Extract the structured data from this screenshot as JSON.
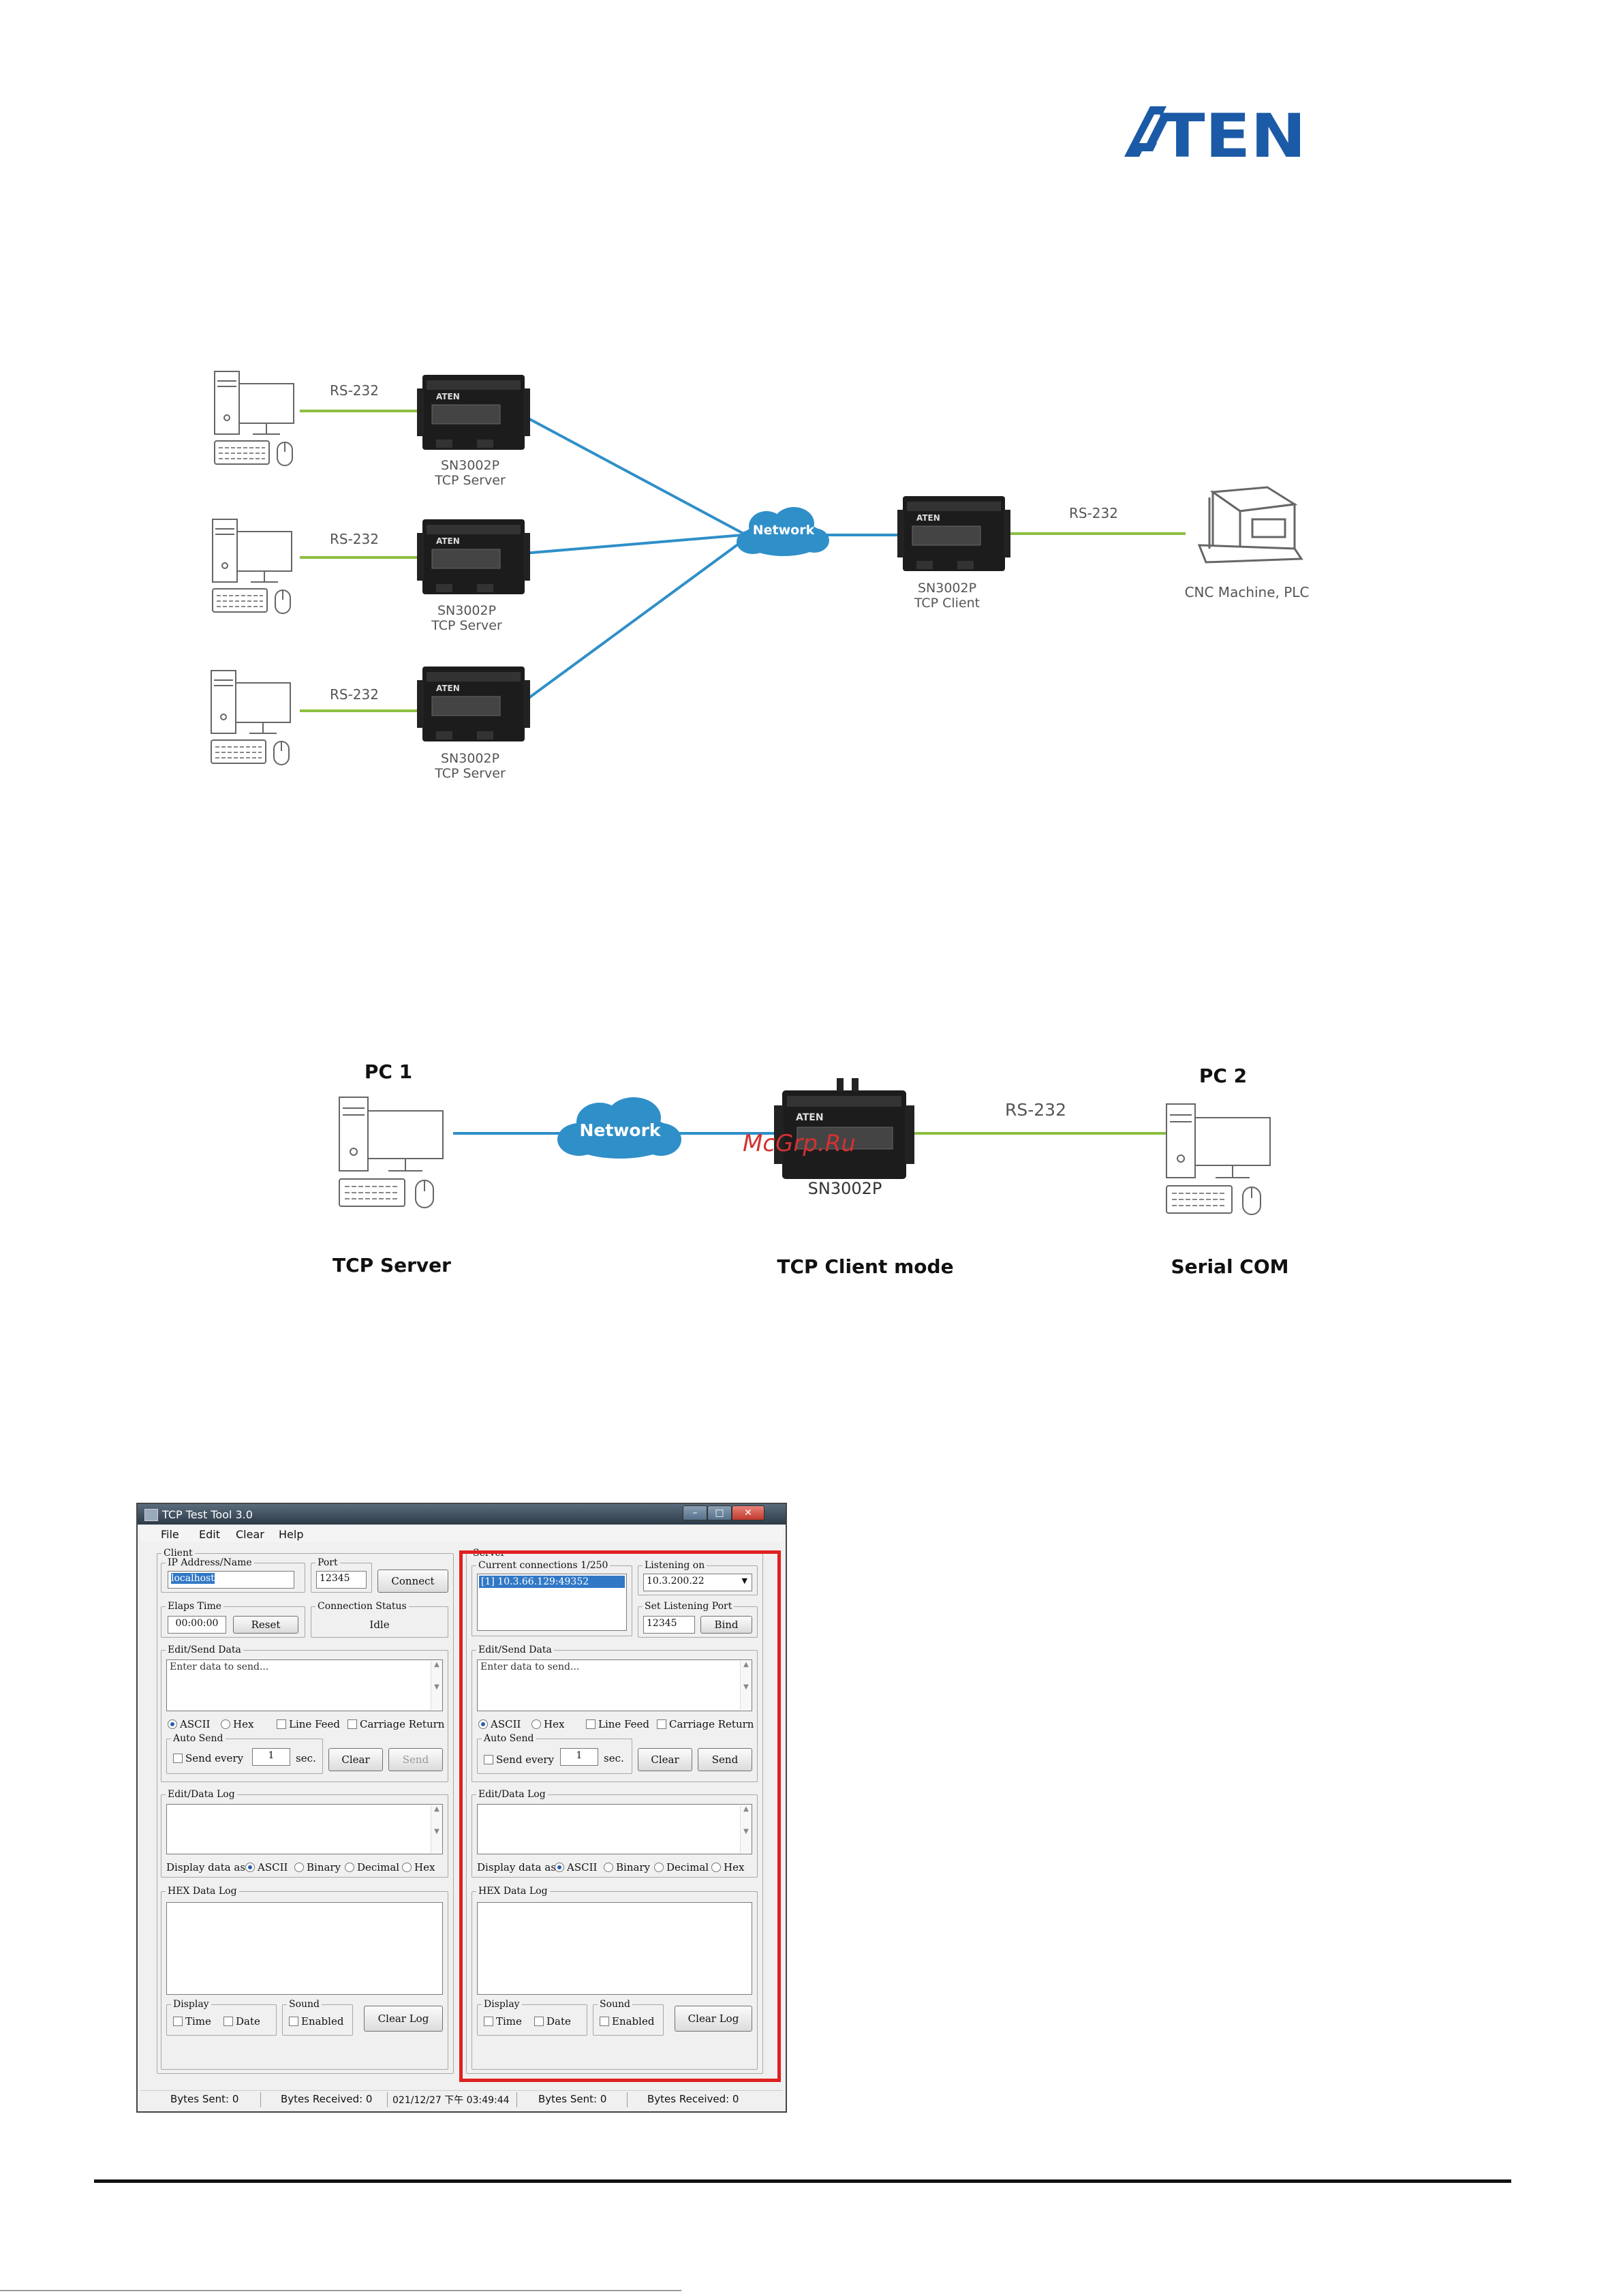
{
  "logo": {
    "text": "ATEN",
    "color": "#1b5aa6"
  },
  "diagram1": {
    "cable_label": "RS-232",
    "servers": [
      {
        "model": "SN3002P",
        "role": "TCP Server"
      },
      {
        "model": "SN3002P",
        "role": "TCP Server"
      },
      {
        "model": "SN3002P",
        "role": "TCP Server"
      }
    ],
    "network_label": "Network",
    "client": {
      "model": "SN3002P",
      "role": "TCP Client"
    },
    "client_cable_label": "RS-232",
    "machine_label": "CNC Machine, PLC",
    "colors": {
      "serial_line": "#8cbf3f",
      "network_line": "#2f8fc8"
    }
  },
  "diagram2": {
    "pc1_title": "PC 1",
    "pc1_caption": "TCP Server",
    "network_label": "Network",
    "device_model": "SN3002P",
    "device_caption": "TCP Client mode",
    "cable_label": "RS-232",
    "pc2_title": "PC 2",
    "pc2_caption": "Serial COM",
    "watermark": "McGrp.Ru"
  },
  "tool": {
    "title": "TCP Test Tool 3.0",
    "menu": [
      "File",
      "Edit",
      "Clear",
      "Help"
    ],
    "client": {
      "legend": "Client",
      "ip_legend": "IP Address/Name",
      "ip_value": "localhost",
      "port_legend": "Port",
      "port_value": "12345",
      "connect_label": "Connect",
      "elapse_legend": "Elaps Time",
      "elapse_value": "00:00:00",
      "reset_label": "Reset",
      "status_legend": "Connection Status",
      "status_value": "Idle",
      "send_legend": "Edit/Send Data",
      "send_placeholder": "Enter data to send...",
      "opt_ascii": "ASCII",
      "opt_hex": "Hex",
      "opt_lf": "Line Feed",
      "opt_cr": "Carriage Return",
      "auto_legend": "Auto Send",
      "send_every": "Send every",
      "interval": "1",
      "sec": "sec.",
      "clear_label": "Clear",
      "send_label": "Send",
      "log_legend": "Edit/Data Log",
      "display_as": "Display data as:",
      "disp_ascii": "ASCII",
      "disp_binary": "Binary",
      "disp_decimal": "Decimal",
      "disp_hex": "Hex",
      "hexlog_legend": "HEX Data Log",
      "display_legend": "Display",
      "time_label": "Time",
      "date_label": "Date",
      "sound_legend": "Sound",
      "enabled_label": "Enabled",
      "clearlog_label": "Clear Log"
    },
    "server": {
      "legend": "Server",
      "conn_legend": "Current connections 1/250",
      "conn_item": "[1] 10.3.66.129:49352",
      "listen_legend": "Listening on",
      "listen_value": "10.3.200.22",
      "setport_legend": "Set Listening Port",
      "port_value": "12345",
      "bind_label": "Bind",
      "send_legend": "Edit/Send Data",
      "send_placeholder": "Enter data to send...",
      "opt_ascii": "ASCII",
      "opt_hex": "Hex",
      "opt_lf": "Line Feed",
      "opt_cr": "Carriage Return",
      "auto_legend": "Auto Send",
      "send_every": "Send every",
      "interval": "1",
      "sec": "sec.",
      "clear_label": "Clear",
      "send_label": "Send",
      "log_legend": "Edit/Data Log",
      "display_as": "Display data as:",
      "disp_ascii": "ASCII",
      "disp_binary": "Binary",
      "disp_decimal": "Decimal",
      "disp_hex": "Hex",
      "hexlog_legend": "HEX Data Log",
      "display_legend": "Display",
      "time_label": "Time",
      "date_label": "Date",
      "sound_legend": "Sound",
      "enabled_label": "Enabled",
      "clearlog_label": "Clear Log"
    },
    "statusbar": {
      "client_sent": "Bytes Sent: 0",
      "client_received": "Bytes Received: 0",
      "timestamp": "021/12/27 下午 03:49:44",
      "server_sent": "Bytes Sent: 0",
      "server_received": "Bytes Received: 0"
    }
  }
}
